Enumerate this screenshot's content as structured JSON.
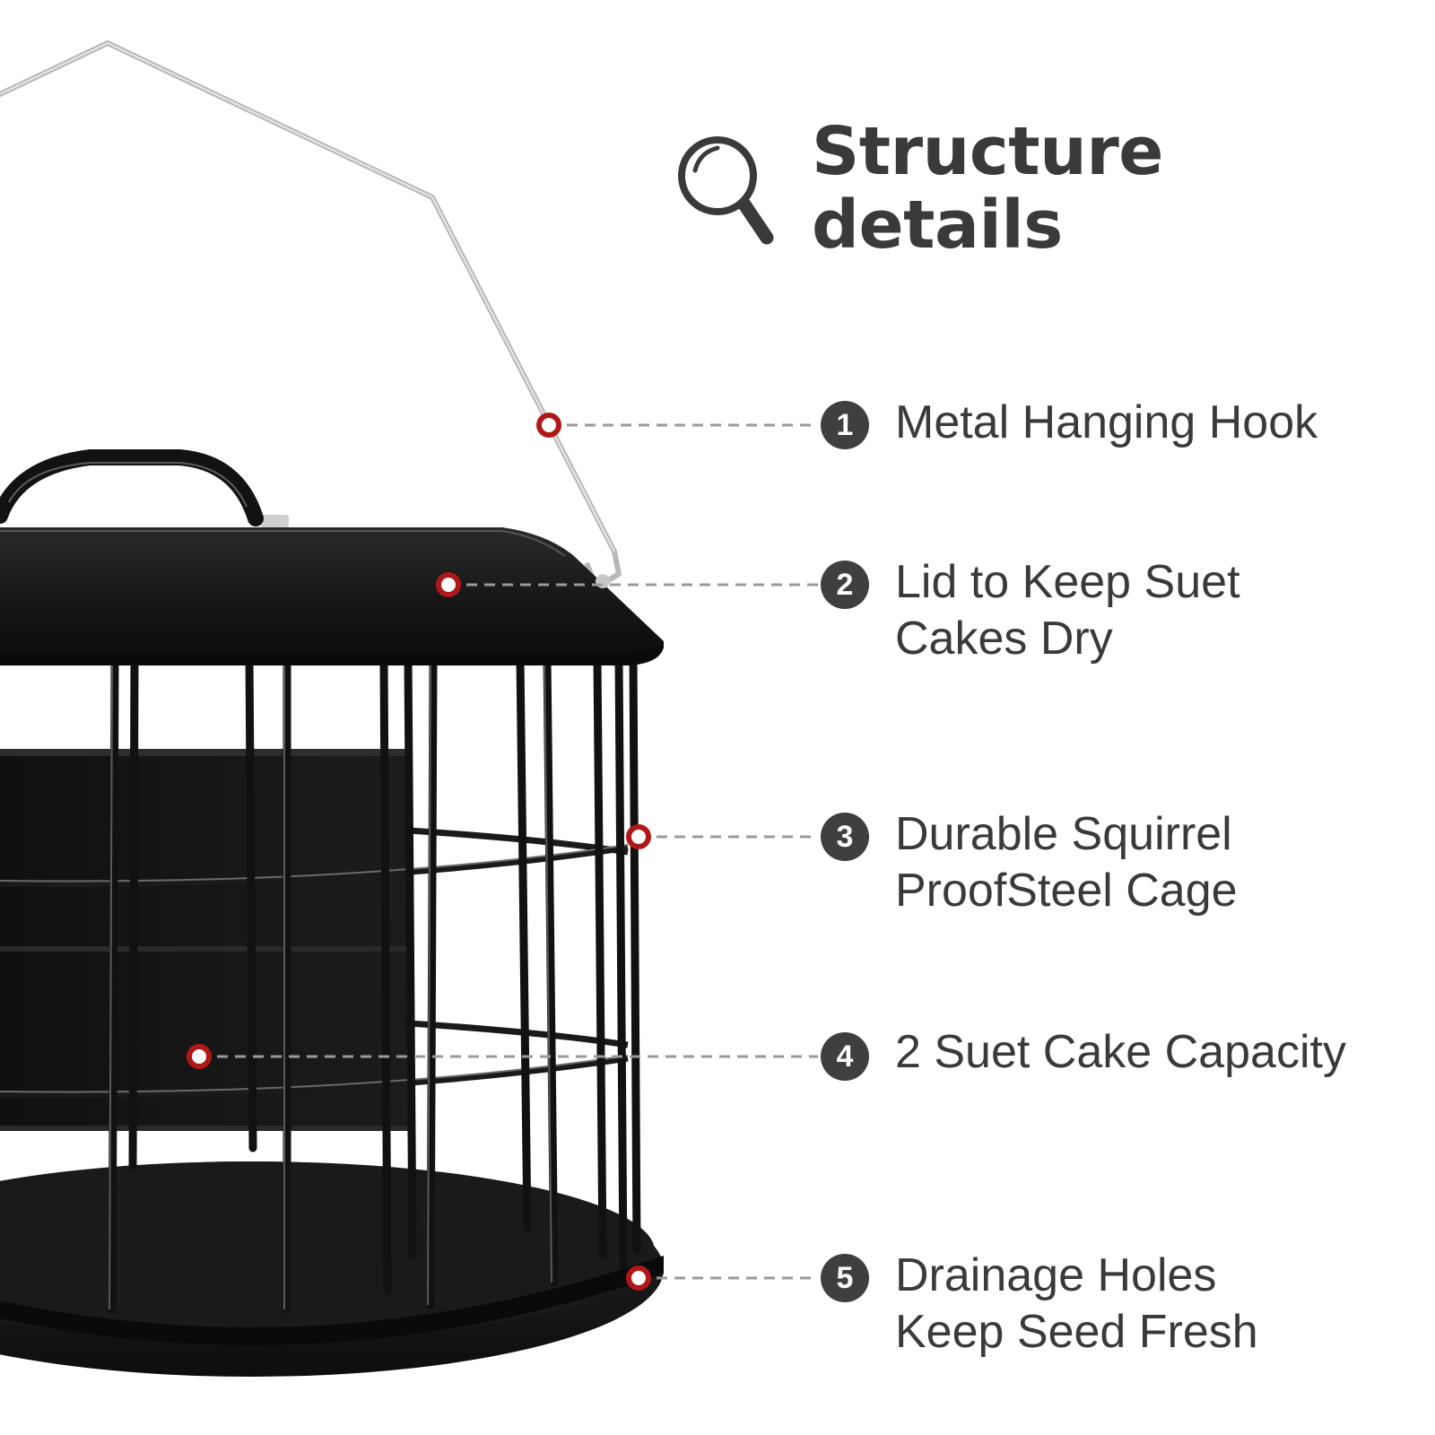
{
  "title": {
    "line1": "Structure",
    "line2": "details"
  },
  "features": [
    {
      "number": "1",
      "line1": "Metal Hanging Hook",
      "line2": ""
    },
    {
      "number": "2",
      "line1": "Lid to Keep Suet",
      "line2": "Cakes Dry"
    },
    {
      "number": "3",
      "line1": "Durable Squirrel",
      "line2": "ProofSteel Cage"
    },
    {
      "number": "4",
      "line1": "2 Suet Cake Capacity",
      "line2": ""
    },
    {
      "number": "5",
      "line1": "Drainage Holes",
      "line2": "Keep Seed Fresh"
    }
  ],
  "colors": {
    "text": "#3a3a3a",
    "badge": "#3f3f3f",
    "marker": "#b01818",
    "leader": "#9a9a9a",
    "feeder": "#141414"
  },
  "icons": {
    "title_icon": "magnifier-icon"
  }
}
